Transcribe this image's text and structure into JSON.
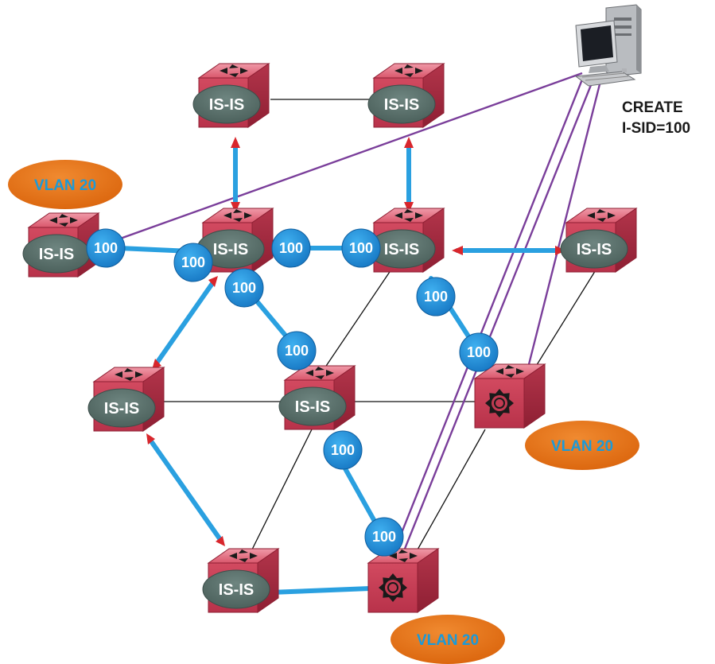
{
  "labels": {
    "isis": "IS-IS",
    "isid": "100",
    "vlan": "VLAN 20",
    "create_line1": "CREATE",
    "create_line2": "I-SID=100"
  },
  "icons": {
    "router": "router-icon",
    "switch": "switch-gear-icon",
    "workstation": "computer-icon"
  },
  "colors": {
    "device": "#d24a60",
    "device_top": "#e8778a",
    "device_side": "#a8283c",
    "isis_oval": "#5a706b",
    "isid_circle": "#1f8fd9",
    "isid_link": "#2aa0e0",
    "vlan_oval": "#e57316",
    "vlan_text": "#1a9ad9",
    "mgmt_link": "#7a3e9a",
    "backbone_link": "#111111",
    "arrow_head": "#d8262c",
    "note_text": "#1a1a1a"
  }
}
